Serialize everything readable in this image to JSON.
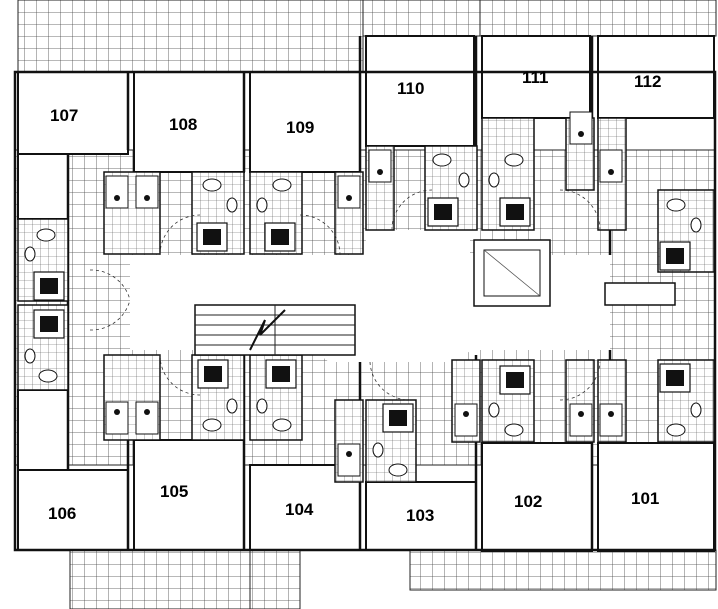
{
  "plan": {
    "units": [
      {
        "id": "unit-107",
        "label": "107"
      },
      {
        "id": "unit-108",
        "label": "108"
      },
      {
        "id": "unit-109",
        "label": "109"
      },
      {
        "id": "unit-110",
        "label": "110"
      },
      {
        "id": "unit-111",
        "label": "111"
      },
      {
        "id": "unit-112",
        "label": "112"
      },
      {
        "id": "unit-106",
        "label": "106"
      },
      {
        "id": "unit-105",
        "label": "105"
      },
      {
        "id": "unit-104",
        "label": "104"
      },
      {
        "id": "unit-103",
        "label": "103"
      },
      {
        "id": "unit-102",
        "label": "102"
      },
      {
        "id": "unit-101",
        "label": "101"
      }
    ]
  }
}
